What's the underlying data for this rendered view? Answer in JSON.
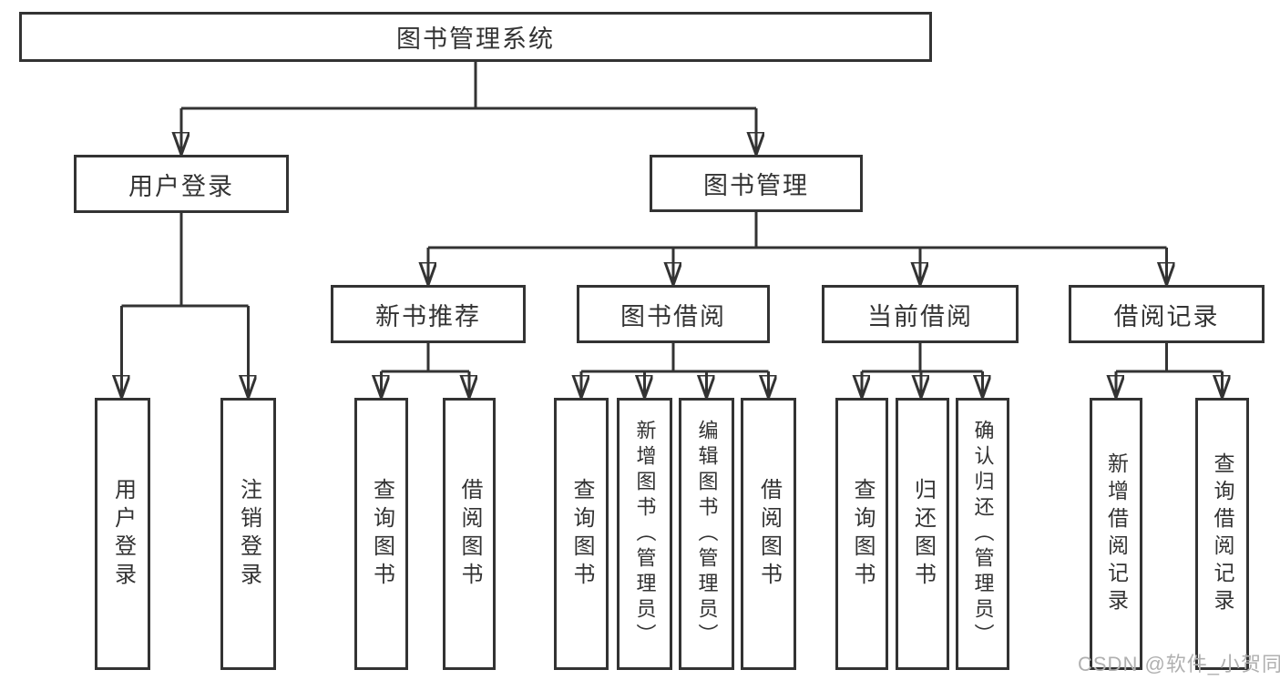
{
  "diagram": {
    "root": {
      "label": "图书管理系统"
    },
    "branches": [
      {
        "label": "用户登录",
        "children": [
          {
            "label": "用户登录"
          },
          {
            "label": "注销登录"
          }
        ]
      },
      {
        "label": "图书管理",
        "sections": [
          {
            "label": "新书推荐",
            "children": [
              {
                "label": "查询图书"
              },
              {
                "label": "借阅图书"
              }
            ]
          },
          {
            "label": "图书借阅",
            "children": [
              {
                "label": "查询图书"
              },
              {
                "label": "新增图书（管理员）"
              },
              {
                "label": "编辑图书（管理员）"
              },
              {
                "label": "借阅图书"
              }
            ]
          },
          {
            "label": "当前借阅",
            "children": [
              {
                "label": "查询图书"
              },
              {
                "label": "归还图书"
              },
              {
                "label": "确认归还（管理员）"
              }
            ]
          },
          {
            "label": "借阅记录",
            "children": [
              {
                "label": "新增借阅记录"
              },
              {
                "label": "查询借阅记录"
              }
            ]
          }
        ]
      }
    ]
  },
  "watermark": {
    "text": "CSDN @软件_小贺同学"
  },
  "colors": {
    "line": "#333333",
    "text": "#333333",
    "background": "#ffffff",
    "watermark": "#b0b0b0"
  }
}
